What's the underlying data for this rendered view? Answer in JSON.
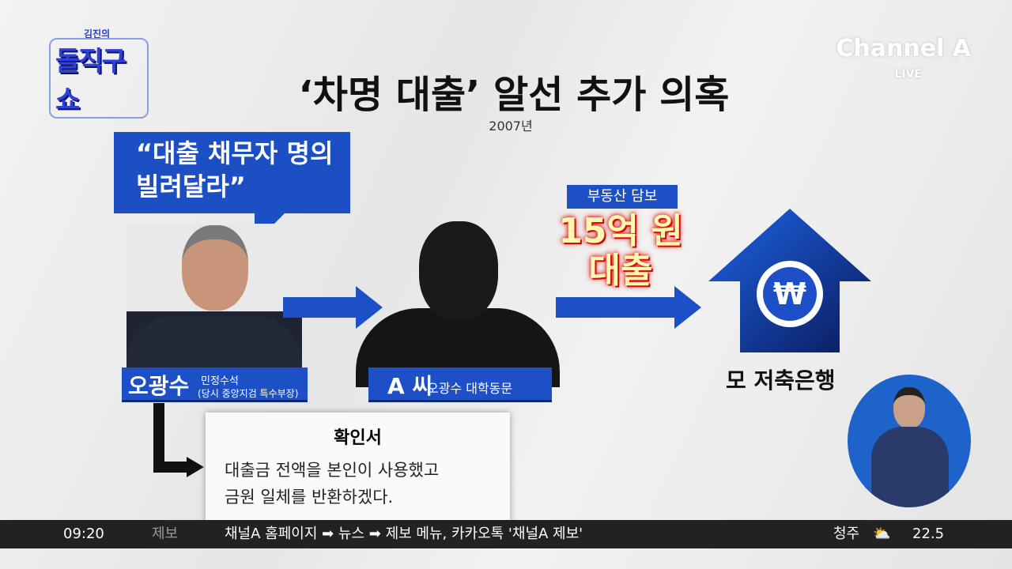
{
  "program_logo": {
    "small": "김진의",
    "big": "돌직구쇼"
  },
  "channel": {
    "name": "Channel A",
    "live": "LIVE"
  },
  "headline": "‘차명 대출’ 알선 추가 의혹",
  "year": "2007년",
  "quote": {
    "line1": "“대출 채무자 명의",
    "line2": "빌려달라”"
  },
  "person1": {
    "name": "오광수",
    "role1": "민정수석",
    "role2": "(당시 중앙지검 특수부장)"
  },
  "person2": {
    "name": "A 씨",
    "role": "오광수 대학동문"
  },
  "loan": {
    "tag": "부동산 담보",
    "amount": "15억 원",
    "label": "대출"
  },
  "bank": {
    "name": "모 저축은행",
    "symbol": "₩"
  },
  "document": {
    "title": "확인서",
    "line1": "대출금 전액을 본인이 사용했고",
    "line2": "금원 일체를 반환하겠다."
  },
  "ticker": {
    "time": "09:20",
    "category": "제보",
    "message": "채널A 홈페이지 ➡ 뉴스 ➡ 제보 메뉴, 카카오톡 '채널A 제보'",
    "city": "청주",
    "temp": "22.5"
  }
}
